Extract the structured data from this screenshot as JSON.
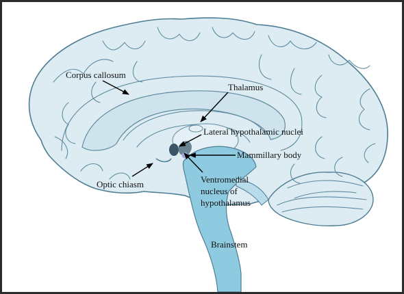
{
  "diagram": {
    "colors": {
      "brain_fill": "#dcecf2",
      "brain_outline": "#4e7c93",
      "ventricle_fill": "#8ecbe0",
      "nucleus_dark": "#3c5566",
      "nucleus_mid": "#6b8494",
      "highlight": "#9aa7d6"
    },
    "labels": {
      "corpus_callosum": "Corpus callosum",
      "thalamus": "Thalamus",
      "lateral_hypothalamic": "Lateral hypothalamic nuclei",
      "mammillary_body": "Mammillary body",
      "optic_chiasm": "Optic chiasm",
      "ventromedial_line1": "Ventromedial",
      "ventromedial_line2": "nucleus of",
      "ventromedial_line3": "hypothalamus",
      "brainstem": "Brainstem"
    }
  }
}
